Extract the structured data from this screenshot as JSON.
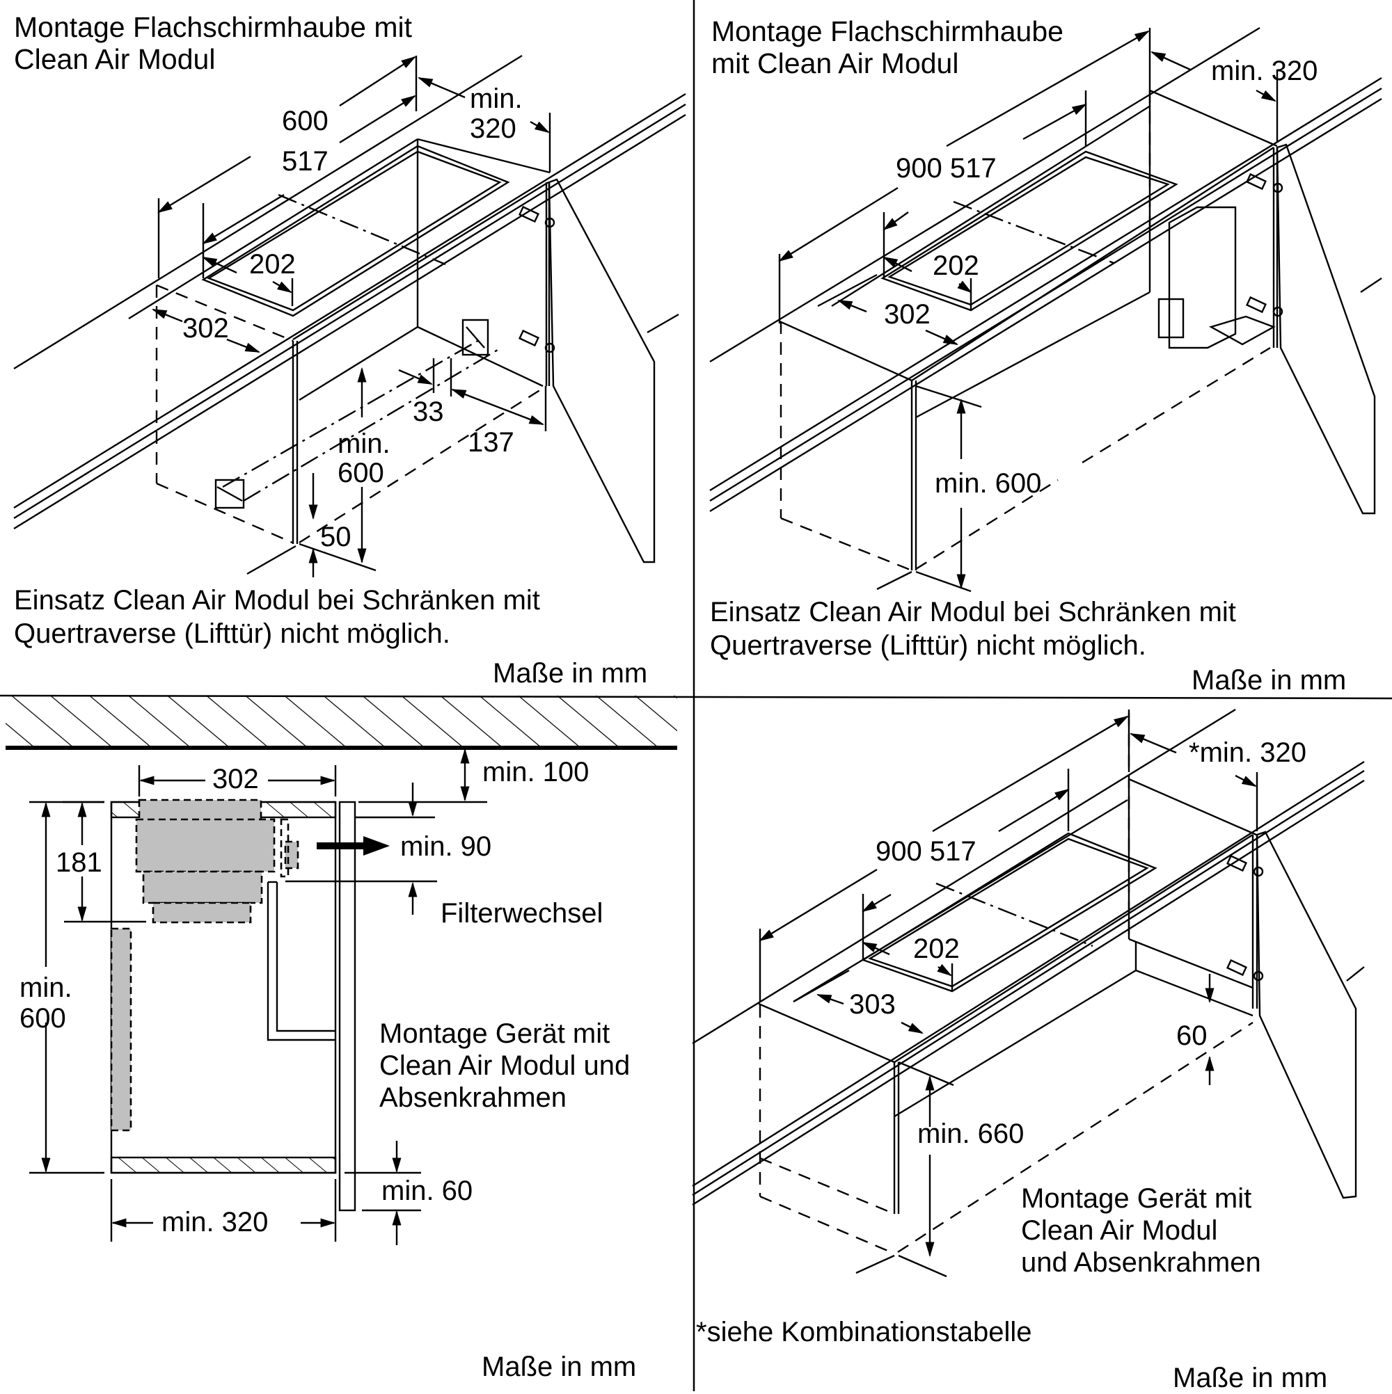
{
  "units_note": "Maße in mm",
  "panels": [
    {
      "id": "top-left",
      "title_lines": [
        "Montage Flachschirmhaube mit",
        "Clean Air Modul"
      ],
      "dimensions": {
        "width_outer": "600",
        "width_inner": "517",
        "depth_cutout": "202",
        "depth_front": "302",
        "side_clearance_line1": "min.",
        "side_clearance_line2": "320",
        "offset_33": "33",
        "offset_137": "137",
        "height_line1": "min.",
        "height_line2": "600",
        "bottom_50": "50"
      },
      "note_lines": [
        "Einsatz Clean Air Modul bei Schränken mit",
        "Quertraverse (Lifttür) nicht möglich."
      ],
      "units": "Maße in mm"
    },
    {
      "id": "top-right",
      "title_lines": [
        "Montage Flachschirmhaube",
        "mit Clean Air Modul"
      ],
      "dimensions": {
        "width_outer_inner": "900 517",
        "depth_cutout": "202",
        "depth_front": "302",
        "side_clearance": "min. 320",
        "height": "min. 600"
      },
      "note_lines": [
        "Einsatz Clean Air Modul bei Schränken mit",
        "Quertraverse (Lifttür) nicht möglich."
      ],
      "units": "Maße in mm"
    },
    {
      "id": "bottom-left",
      "dimensions": {
        "top_clearance": "min. 100",
        "module_width": "302",
        "module_height": "181",
        "filter_clearance": "min. 90",
        "filter_label": "Filterwechsel",
        "cabinet_height_line1": "min.",
        "cabinet_height_line2": "600",
        "bottom_clearance": "min. 60",
        "cabinet_depth": "min. 320"
      },
      "note_lines": [
        "Montage Gerät mit",
        "Clean Air Modul und",
        "Absenkrahmen"
      ],
      "units": "Maße in mm"
    },
    {
      "id": "bottom-right",
      "dimensions": {
        "width_outer_inner": "900 517",
        "depth_cutout": "202",
        "depth_front": "303",
        "side_clearance": "*min. 320",
        "frame_60": "60",
        "height": "min. 660"
      },
      "note_lines": [
        "Montage Gerät mit",
        "Clean Air Modul",
        "und Absenkrahmen"
      ],
      "footnote": "*siehe Kombinationstabelle",
      "units": "Maße in mm"
    }
  ]
}
